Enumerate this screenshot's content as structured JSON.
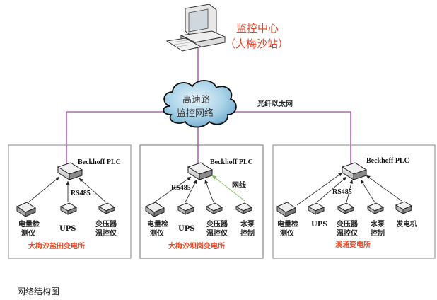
{
  "monitor_center": {
    "title_line1": "监控中心",
    "title_line2": "（大梅沙站）"
  },
  "cloud": {
    "line1": "高速路",
    "line2": "监控网络"
  },
  "fiber_label": "光纤以太网",
  "colors": {
    "backbone": "#b366b3",
    "station_label": "#e04a2a",
    "ethernet_link": "#8cc46a",
    "rs485_link": "#333333",
    "box_border": "#9a9a9a"
  },
  "stations": [
    {
      "name": "大梅沙盐田变电所",
      "plc_label": "Beckhoff PLC",
      "bus_label": "RS485",
      "devices": [
        {
          "line1": "电量检",
          "line2": "测仪"
        },
        {
          "line1": "UPS",
          "line2": ""
        },
        {
          "line1": "变压器",
          "line2": "温控仪"
        }
      ]
    },
    {
      "name": "大梅沙坝岗变电所",
      "plc_label": "Beckhoff PLC",
      "bus_label": "RS485",
      "ethernet_label": "网线",
      "devices": [
        {
          "line1": "电量检",
          "line2": "测仪"
        },
        {
          "line1": "UPS",
          "line2": ""
        },
        {
          "line1": "变压器",
          "line2": "温控仪"
        },
        {
          "line1": "水泵",
          "line2": "控制"
        }
      ]
    },
    {
      "name": "溪涌变电所",
      "plc_label": "Beckhoff PLC",
      "bus_label": "RS485",
      "devices": [
        {
          "line1": "电量检",
          "line2": "测仪"
        },
        {
          "line1": "UPS",
          "line2": ""
        },
        {
          "line1": "变压器",
          "line2": "温控仪"
        },
        {
          "line1": "水泵",
          "line2": "控制"
        },
        {
          "line1": "发电机",
          "line2": ""
        }
      ]
    }
  ],
  "caption": "网络结构图"
}
